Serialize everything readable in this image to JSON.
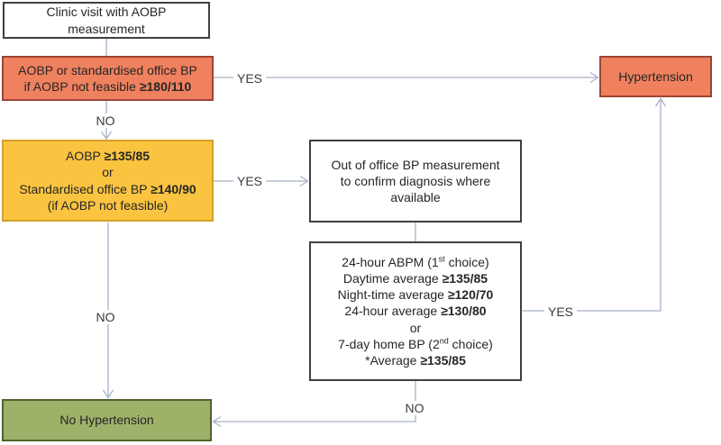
{
  "title": "Hypertension diagnosis flowchart",
  "colors": {
    "salmon_fill": "#F0815F",
    "salmon_border": "#9C4434",
    "yellow_fill": "#FBC440",
    "yellow_border": "#D2A02B",
    "green_fill": "#9DB169",
    "green_border": "#51622B",
    "connector": "#A7B2C6"
  },
  "nodes": {
    "clinic": {
      "line1": "Clinic visit with AOBP",
      "line2": "measurement"
    },
    "screen180": {
      "line1": "AOBP or standardised office BP",
      "line2_normal": "if AOBP not feasible ",
      "line2_bold": "≥180/110"
    },
    "hypertension": {
      "label": "Hypertension"
    },
    "aobp135": {
      "line1_normal": "AOBP ",
      "line1_bold": "≥135/85",
      "line2": "or",
      "line3_normal": "Standardised office BP ",
      "line3_bold": "≥140/90",
      "line4": "(if AOBP not feasible)"
    },
    "outofoffice": {
      "line1": "Out of office BP measurement",
      "line2": "to confirm diagnosis where",
      "line3": "available"
    },
    "abpm": {
      "line1_pre": "24-hour ABPM (1",
      "line1_sup": "st",
      "line1_post": " choice)",
      "line2_normal": "Daytime average ",
      "line2_bold": "≥135/85",
      "line3_normal": "Night-time average ",
      "line3_bold": "≥120/70",
      "line4_normal": "24-hour average ",
      "line4_bold": "≥130/80",
      "line5": "or",
      "line6_pre": "7-day home BP (2",
      "line6_sup": "nd",
      "line6_post": " choice)",
      "line7_normal": "*Average ",
      "line7_bold": "≥135/85"
    },
    "nohypertension": {
      "label": "No Hypertension"
    }
  },
  "edge_labels": {
    "yes1": "YES",
    "no1": "NO",
    "yes2": "YES",
    "no2": "NO",
    "yes3": "YES",
    "no3": "NO"
  }
}
